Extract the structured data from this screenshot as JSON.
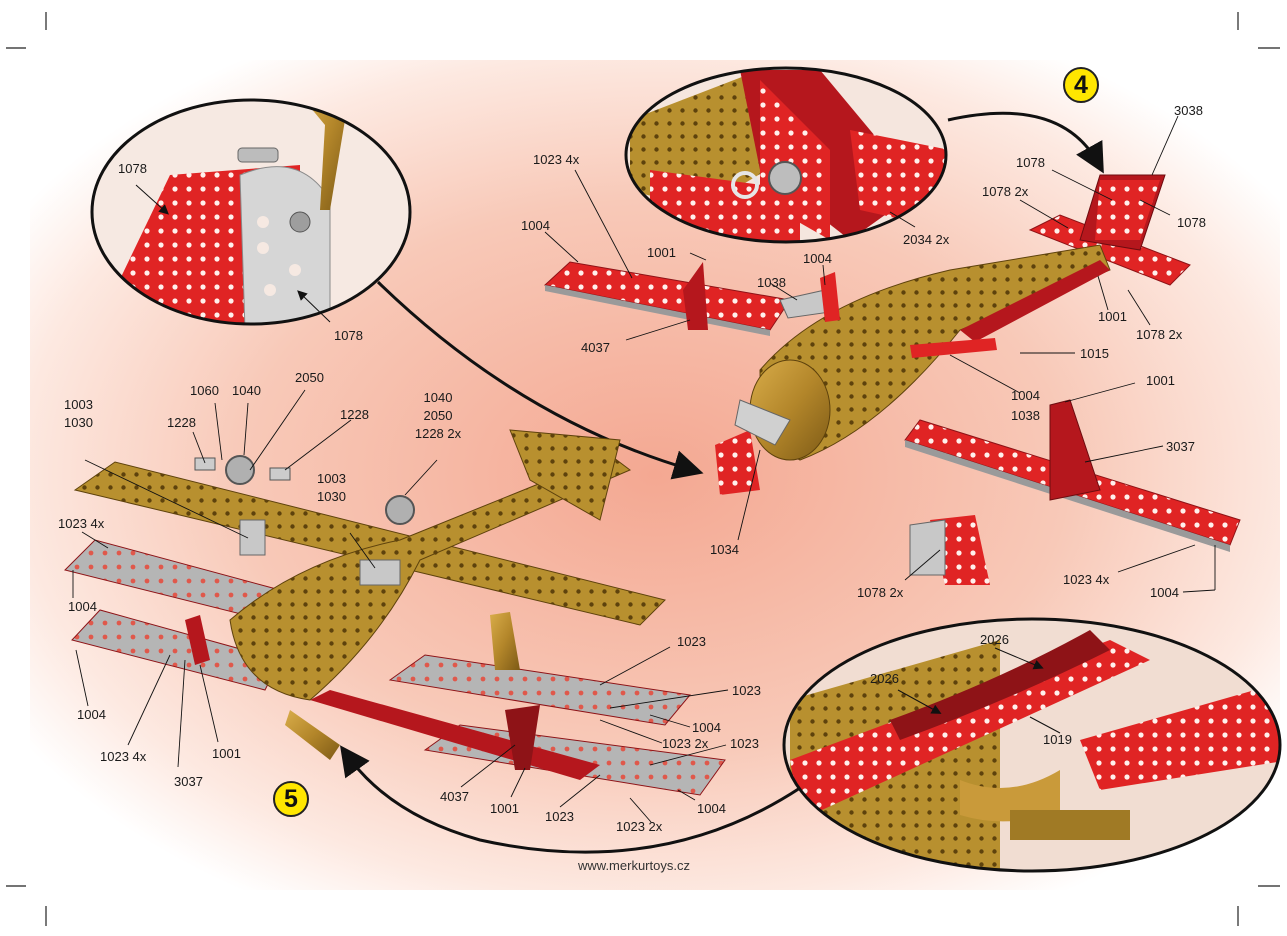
{
  "steps": {
    "step4": "4",
    "step5": "5"
  },
  "footer": "www.merkurtoys.cz",
  "top_left_inset": {
    "label_a": "1078",
    "label_b": "1078"
  },
  "top_right_inset": {
    "label_a": "2034 2x"
  },
  "bottom_right_inset": {
    "label_a": "2026",
    "label_b": "2026",
    "label_c": "1019"
  },
  "step4_labels": {
    "p3038": "3038",
    "p1078_a": "1078",
    "p1078_2x_a": "1078 2x",
    "p1078_b": "1078",
    "p1023_4x_top": "1023 4x",
    "p1004_a": "1004",
    "p1001_a": "1001",
    "p1004_b": "1004",
    "p1038": "1038",
    "p4037": "4037",
    "p1001_b": "1001",
    "p1078_2x_b": "1078 2x",
    "p1015": "1015",
    "p1004_c": "1004",
    "p1038_b": "1038",
    "p1001_c": "1001",
    "p3037": "3037",
    "p1034": "1034",
    "p1078_2x_c": "1078 2x",
    "p1023_4x_b": "1023 4x",
    "p1004_d": "1004"
  },
  "step5_labels": {
    "p1003_a": "1003",
    "p1030_a": "1030",
    "p1228_a": "1228",
    "p1060": "1060",
    "p1040_a": "1040",
    "p2050_a": "2050",
    "p1228_b": "1228",
    "p1040_b": "1040",
    "p2050_b": "2050",
    "p1228_2x": "1228 2x",
    "p1003_b": "1003",
    "p1030_b": "1030",
    "p1023_4x_a": "1023 4x",
    "p1004_a": "1004",
    "p1004_b": "1004",
    "p1023_4x_b": "1023 4x",
    "p3037": "3037",
    "p1001_a": "1001",
    "p1023_a": "1023",
    "p1023_b": "1023",
    "p1004_c": "1004",
    "p1023_2x_a": "1023 2x",
    "p1023_c": "1023",
    "p4037": "4037",
    "p1001_b": "1001",
    "p1023_d": "1023",
    "p1023_2x_b": "1023 2x",
    "p1004_d": "1004"
  }
}
